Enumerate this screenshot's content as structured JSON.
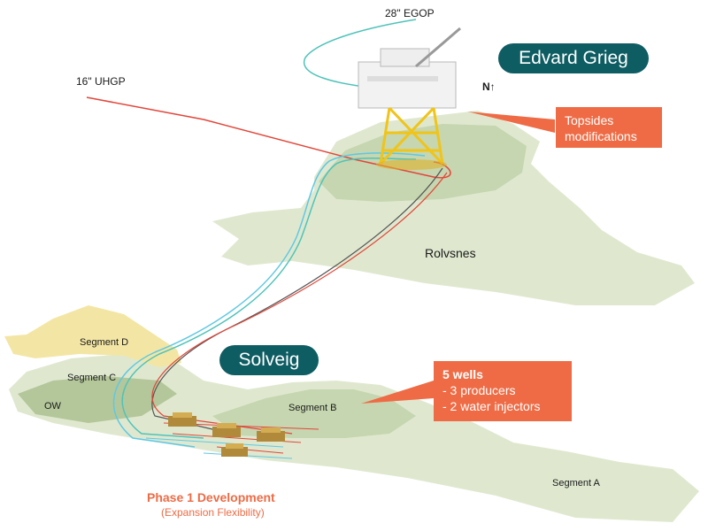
{
  "labels": {
    "egop": "28\" EGOP",
    "uhgp": "16\" UHGP",
    "north": "N",
    "rolvsnes": "Rolvsnes",
    "segment_a": "Segment A",
    "segment_b": "Segment B",
    "segment_c": "Segment C",
    "segment_d": "Segment D",
    "ow": "OW"
  },
  "badges": {
    "edvard_grieg": "Edvard Grieg",
    "solveig": "Solveig"
  },
  "callouts": {
    "topsides": [
      "Topsides",
      "modifications"
    ],
    "wells_title": "5 wells",
    "wells_lines": [
      "- 3 producers",
      "- 2 water injectors"
    ]
  },
  "phase": {
    "title": "Phase 1 Development",
    "subtitle": "(Expansion Flexibility)"
  },
  "colors": {
    "teal_badge": "#0e5d63",
    "orange_callout": "#ee6b45",
    "field_green_light": "#dfe8cf",
    "field_green_mid": "#c6d6b0",
    "field_green_dark": "#b3c79a",
    "segment_d_yellow": "#f3e6a4",
    "pipe_red": "#e2463a",
    "pipe_teal": "#4fc3b9",
    "pipe_cyan": "#5ec8e4",
    "pipe_dark": "#555555",
    "platform_yellow": "#f0c419"
  }
}
